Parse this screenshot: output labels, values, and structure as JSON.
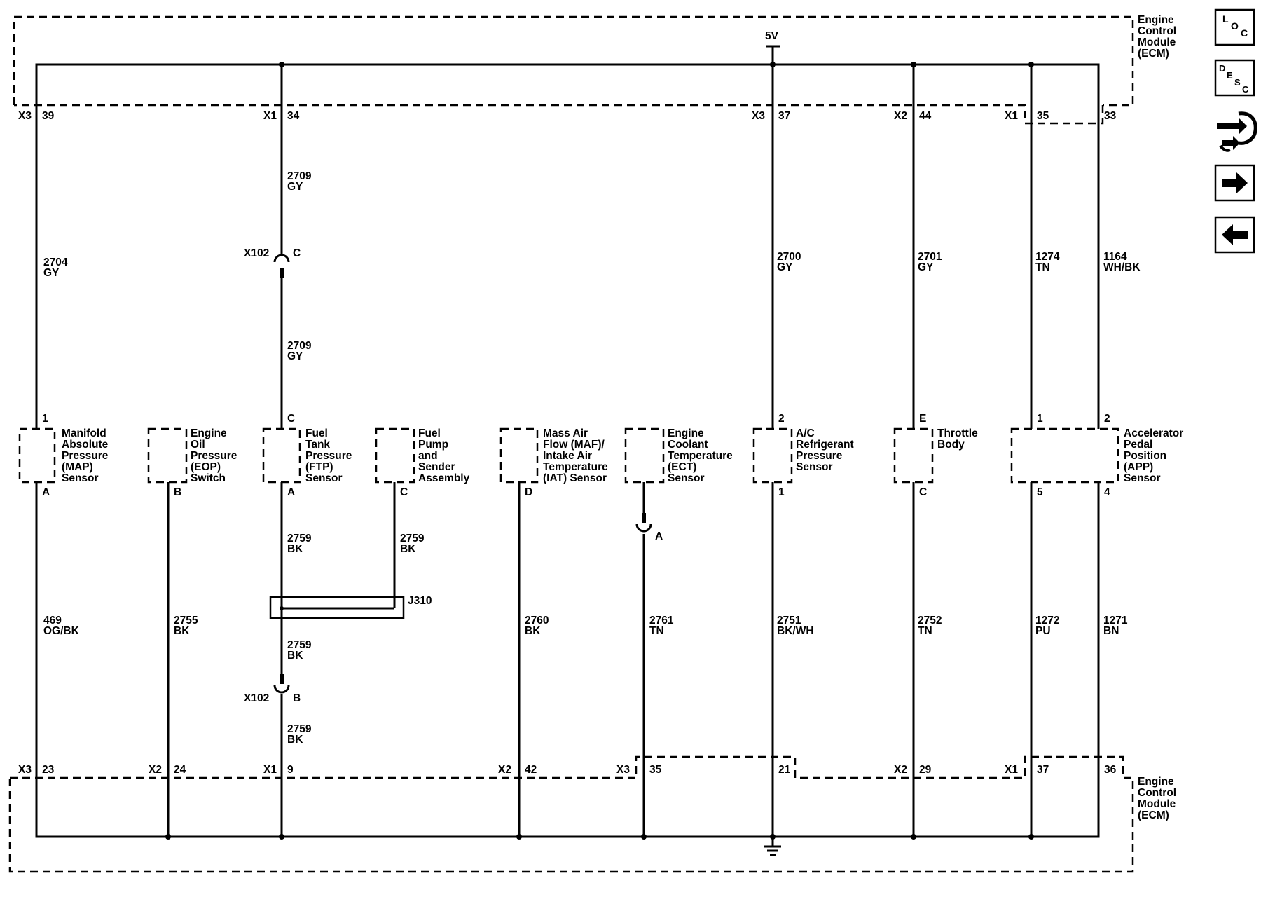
{
  "ecm_top": {
    "label": [
      "Engine",
      "Control",
      "Module",
      "(ECM)"
    ]
  },
  "ecm_bottom": {
    "label": [
      "Engine",
      "Control",
      "Module",
      "(ECM)"
    ]
  },
  "supply_label": "5V",
  "top_pins": [
    {
      "conn": "X3",
      "pin": "39"
    },
    {
      "conn": "X1",
      "pin": "34"
    },
    {
      "conn": "X3",
      "pin": "37"
    },
    {
      "conn": "X2",
      "pin": "44"
    },
    {
      "conn": "X1",
      "pin": "35"
    },
    {
      "conn": "",
      "pin": "33"
    }
  ],
  "bottom_pins": [
    {
      "conn": "X3",
      "pin": "23"
    },
    {
      "conn": "X2",
      "pin": "24"
    },
    {
      "conn": "X1",
      "pin": "9"
    },
    {
      "conn": "X2",
      "pin": "42"
    },
    {
      "conn": "X3",
      "pin": "35"
    },
    {
      "conn": "",
      "pin": "21"
    },
    {
      "conn": "X2",
      "pin": "29"
    },
    {
      "conn": "X1",
      "pin": "37"
    },
    {
      "conn": "",
      "pin": "36"
    }
  ],
  "upper_wires": [
    {
      "circuit": "2704",
      "color": "GY"
    },
    {
      "circuit": "2709",
      "color": "GY"
    },
    {
      "circuit": "2709",
      "color": "GY"
    },
    {
      "circuit": "2700",
      "color": "GY"
    },
    {
      "circuit": "2701",
      "color": "GY"
    },
    {
      "circuit": "1274",
      "color": "TN"
    },
    {
      "circuit": "1164",
      "color": "WH/BK"
    }
  ],
  "lower_wires": [
    {
      "circuit": "469",
      "color": "OG/BK"
    },
    {
      "circuit": "2755",
      "color": "BK"
    },
    {
      "circuit": "2759",
      "color": "BK"
    },
    {
      "circuit": "2759",
      "color": "BK"
    },
    {
      "circuit": "2759",
      "color": "BK"
    },
    {
      "circuit": "2759",
      "color": "BK"
    },
    {
      "circuit": "2760",
      "color": "BK"
    },
    {
      "circuit": "2761",
      "color": "TN"
    },
    {
      "circuit": "2751",
      "color": "BK/WH"
    },
    {
      "circuit": "2752",
      "color": "TN"
    },
    {
      "circuit": "1272",
      "color": "PU"
    },
    {
      "circuit": "1271",
      "color": "BN"
    }
  ],
  "connectors": [
    {
      "name": "X102",
      "pin": "C"
    },
    {
      "name": "X102",
      "pin": "B"
    },
    {
      "name": "",
      "pin": "A"
    }
  ],
  "splice": {
    "name": "J310"
  },
  "components": [
    {
      "name": [
        "Manifold",
        "Absolute",
        "Pressure",
        "(MAP)",
        "Sensor"
      ],
      "top_pin": "1",
      "bottom_pin": "A"
    },
    {
      "name": [
        "Engine",
        "Oil",
        "Pressure",
        "(EOP)",
        "Switch"
      ],
      "top_pin": "",
      "bottom_pin": "B"
    },
    {
      "name": [
        "Fuel",
        "Tank",
        "Pressure",
        "(FTP)",
        "Sensor"
      ],
      "top_pin": "C",
      "bottom_pin": "A"
    },
    {
      "name": [
        "Fuel",
        "Pump",
        "and",
        "Sender",
        "Assembly"
      ],
      "top_pin": "",
      "bottom_pin": "C"
    },
    {
      "name": [
        "Mass Air",
        "Flow (MAF)/",
        "Intake Air",
        "Temperature",
        "(IAT) Sensor"
      ],
      "top_pin": "",
      "bottom_pin": "D"
    },
    {
      "name": [
        "Engine",
        "Coolant",
        "Temperature",
        "(ECT)",
        "Sensor"
      ],
      "top_pin": "",
      "bottom_pin": ""
    },
    {
      "name": [
        "A/C",
        "Refrigerant",
        "Pressure",
        "Sensor"
      ],
      "top_pin": "2",
      "bottom_pin": "1"
    },
    {
      "name": [
        "Throttle",
        "Body"
      ],
      "top_pin": "E",
      "bottom_pin": "C"
    },
    {
      "name": [
        "Accelerator",
        "Pedal",
        "Position",
        "(APP)",
        "Sensor"
      ],
      "top_pin": "1",
      "top_pin2": "2",
      "bottom_pin": "5",
      "bottom_pin2": "4"
    }
  ],
  "side_icons": [
    {
      "icon": "loc-icon",
      "letters": [
        "L",
        "O",
        "C"
      ]
    },
    {
      "icon": "desc-icon",
      "letters": [
        "D",
        "E",
        "S",
        "C"
      ]
    },
    {
      "icon": "connector-view-icon"
    },
    {
      "icon": "next-arrow-icon"
    },
    {
      "icon": "previous-arrow-icon"
    }
  ]
}
